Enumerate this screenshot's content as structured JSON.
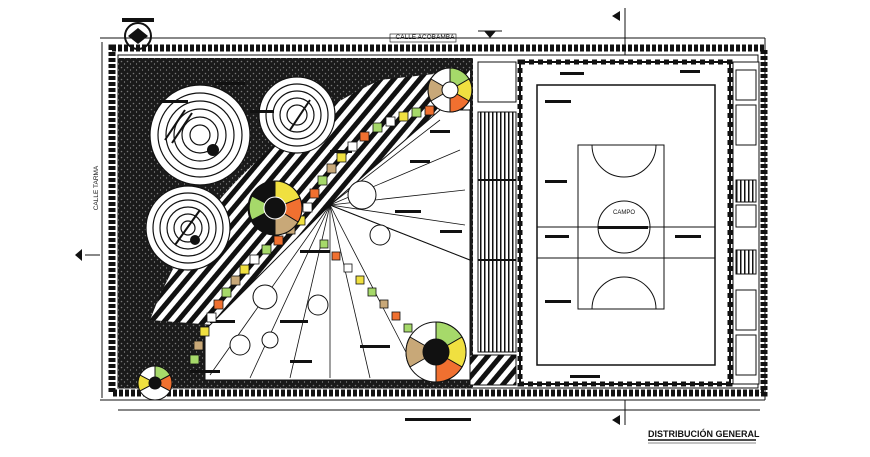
{
  "plan": {
    "street_top": "CALLE ACOBAMBA",
    "street_left": "CALLE TARMA",
    "court_label": "CAMPO",
    "title": "DISTRIBUCIÓN GENERAL"
  },
  "colors": {
    "ink": "#111111",
    "hatch": "#2a2a2a",
    "tile_green": "#a6d96a",
    "tile_orange": "#f07030",
    "tile_yellow": "#f0e040",
    "tile_tan": "#c8a878",
    "tile_red": "#e03020",
    "paper": "#ffffff"
  }
}
